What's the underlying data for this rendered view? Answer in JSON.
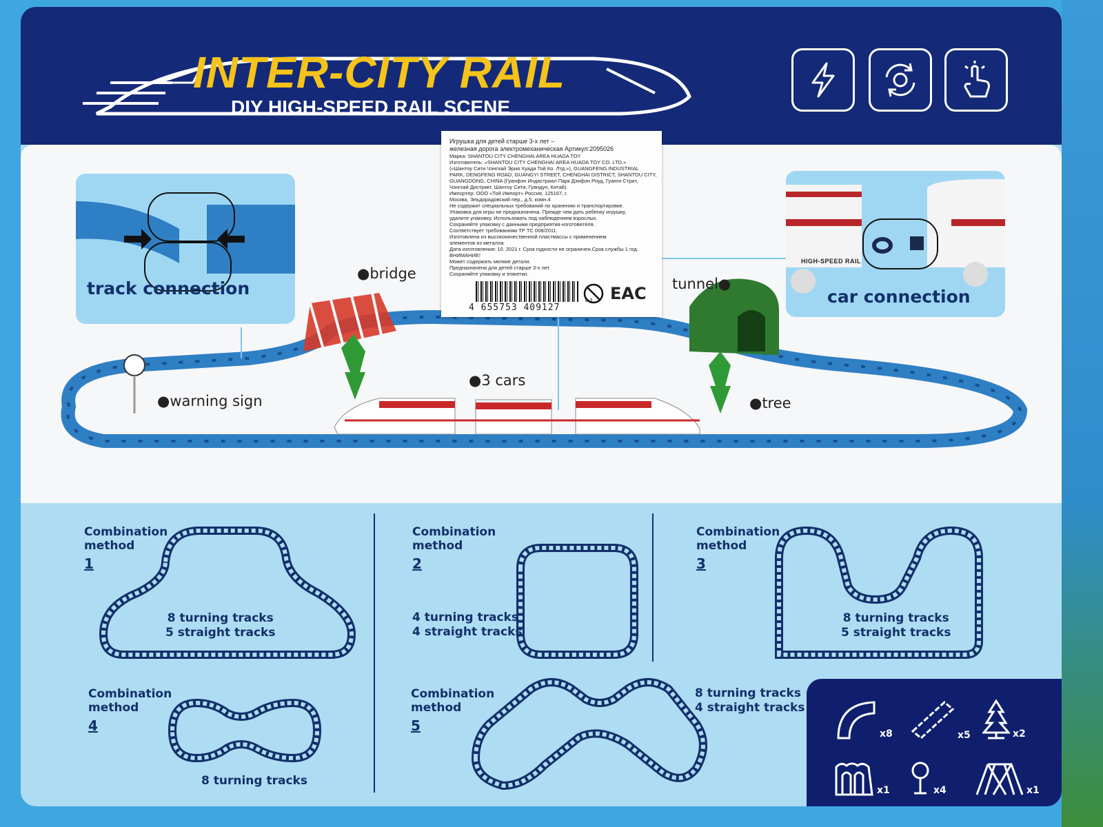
{
  "header": {
    "title": "INTER-CITY RAIL",
    "subtitle": "DIY HIGH-SPEED RAIL SCENE",
    "features": [
      "lightning-icon",
      "rotate-icon",
      "touch-light-icon"
    ]
  },
  "scene": {
    "track_connection_label": "track connection",
    "car_connection_label": "car connection",
    "labels": {
      "bridge": "●bridge",
      "tunnel": "tunnel●",
      "cars": "●3 cars",
      "warning_sign": "●warning sign",
      "tree": "●tree"
    },
    "car_text": "HIGH-SPEED RAIL",
    "sticker": {
      "lines": [
        "Игрушка для детей старше 3-х лет –",
        "железная дорога электромеханическая Артикул:2095026",
        "Марка: SHANTOU CITY CHENGHAI AREA HUADA TOY",
        "Изготовитель: «SHANTOU CITY CHENGHAI AREA HUADA TOY CO. LTD.»",
        "(«Шантоу Сити Чэнгхай Эрия Хуада Той Ко. Лтд.»), GUANGFENG INDUSTRIAL",
        "PARK, DENGFENG ROAD, GUANGYI STREET, CHENGHAI DISTRICT, SHANTOU CITY,",
        "GUANGDONG, CHINA (Гуанфэн Индастриал Парк Дэнфэн Роуд, Гуанги Стрит,",
        "Чэнгхай Дистрикт, Шантоу Сити, Гуандун, Китай).",
        "Импортер: ООО «Той Импорт» Россия, 125167, г.",
        "Москва, Эльдорадовский пер., д.5, комн.4",
        "Не содержит специальных требований по хранению и транспортировке.",
        "Упаковка для игры не предназначена. Прежде чем дать ребенку игрушку,",
        "удалите упаковку. Использовать под наблюдением взрослых.",
        "Сохраняйте упаковку с данными предприятия-изготовителя.",
        "Соответствует требованиям ТР ТС 008/2011.",
        "Изготовлена из высококачественной пластмассы с применением",
        "элементов из металла",
        "Дата изготовления: 10. 2021 г. Срок годности не ограничен.Срок службы 1 год.",
        "ВНИМАНИЕ!",
        "Может содержать мелкие детали.",
        "Предназначена для детей старше 3-х лет.",
        "Сохраняйте упаковку и этикетки."
      ],
      "barcode": "4 655753 409127",
      "age_mark": "0-3",
      "cert_mark": "EAC"
    }
  },
  "methods": [
    {
      "title": "Combination\nmethod",
      "num": "1",
      "desc": "8 turning tracks\n5 straight tracks"
    },
    {
      "title": "Combination\nmethod",
      "num": "2",
      "desc": "4 turning tracks\n4 straight tracks"
    },
    {
      "title": "Combination\nmethod",
      "num": "3",
      "desc": "8 turning tracks\n5 straight tracks"
    },
    {
      "title": "Combination\nmethod",
      "num": "4",
      "desc": "8 turning tracks"
    },
    {
      "title": "Combination\nmethod",
      "num": "5",
      "desc": "8 turning tracks\n4 straight tracks"
    }
  ],
  "parts": [
    {
      "icon": "curved-track-icon",
      "count": "x8"
    },
    {
      "icon": "straight-track-icon",
      "count": "x5"
    },
    {
      "icon": "tree-icon",
      "count": "x2"
    },
    {
      "icon": "tunnel-icon",
      "count": "x1"
    },
    {
      "icon": "sign-icon",
      "count": "x4"
    },
    {
      "icon": "bridge-icon",
      "count": "x1"
    }
  ],
  "colors": {
    "navy": "#142a78",
    "gold": "#f5c31a",
    "light_blue": "#aedcf2",
    "track_blue": "#2f7fc4"
  }
}
